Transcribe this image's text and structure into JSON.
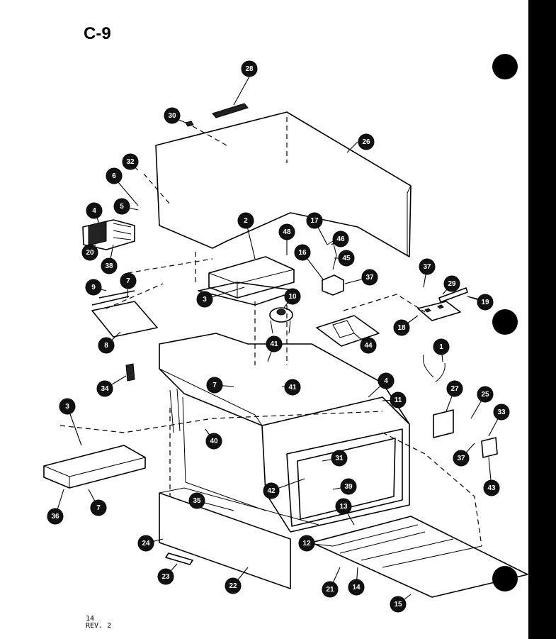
{
  "diagram": {
    "title": "C-9",
    "footer_line1": "14",
    "footer_line2": "REV. 2",
    "callouts": [
      "28",
      "30",
      "26",
      "32",
      "6",
      "5",
      "4",
      "20",
      "38",
      "9",
      "7",
      "8",
      "2",
      "48",
      "17",
      "46",
      "45",
      "16",
      "37",
      "37",
      "29",
      "19",
      "3",
      "10",
      "18",
      "44",
      "41",
      "34",
      "7",
      "41",
      "4",
      "11",
      "1",
      "27",
      "25",
      "33",
      "3",
      "40",
      "31",
      "42",
      "39",
      "37",
      "43",
      "36",
      "7",
      "35",
      "13",
      "24",
      "12",
      "23",
      "22",
      "21",
      "14",
      "15"
    ]
  }
}
